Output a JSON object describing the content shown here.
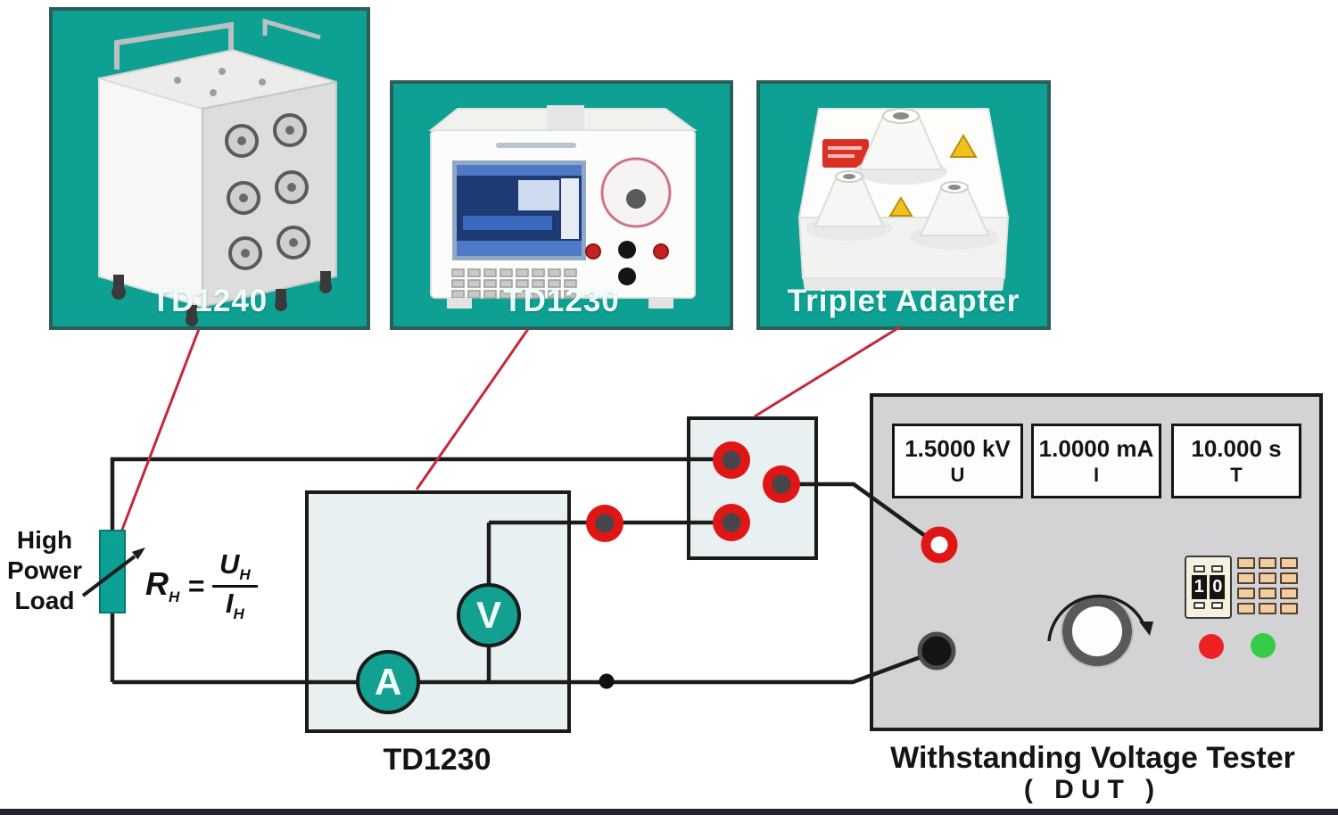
{
  "cards": [
    {
      "label": "TD1240"
    },
    {
      "label": "TD1230"
    },
    {
      "label": "Triplet Adapter"
    }
  ],
  "load_label": {
    "line1": "High",
    "line2": "Power",
    "line3": "Load"
  },
  "formula": {
    "lhs": "R",
    "lhs_sub": "H",
    "eq": "=",
    "num": "U",
    "num_sub": "H",
    "den": "I",
    "den_sub": "H"
  },
  "diagram": {
    "td1230_label": "TD1230",
    "voltmeter": "V",
    "ammeter": "A"
  },
  "tester": {
    "title": "Withstanding Voltage Tester",
    "subtitle": "( DUT )",
    "displays": [
      {
        "value": "1.5000 kV",
        "unit": "U"
      },
      {
        "value": "1.0000 mA",
        "unit": "I"
      },
      {
        "value": "10.000 s",
        "unit": "T"
      }
    ],
    "thumbwheel_digits": [
      "1",
      "0"
    ]
  },
  "colors": {
    "card_teal": "#0ea093",
    "meter_teal": "#12a191",
    "wire_black": "#1c1c1c",
    "annotation_red": "#c5283c",
    "connector_red": "#e01616",
    "led_red": "#ee2222",
    "led_green": "#35cc4a"
  }
}
